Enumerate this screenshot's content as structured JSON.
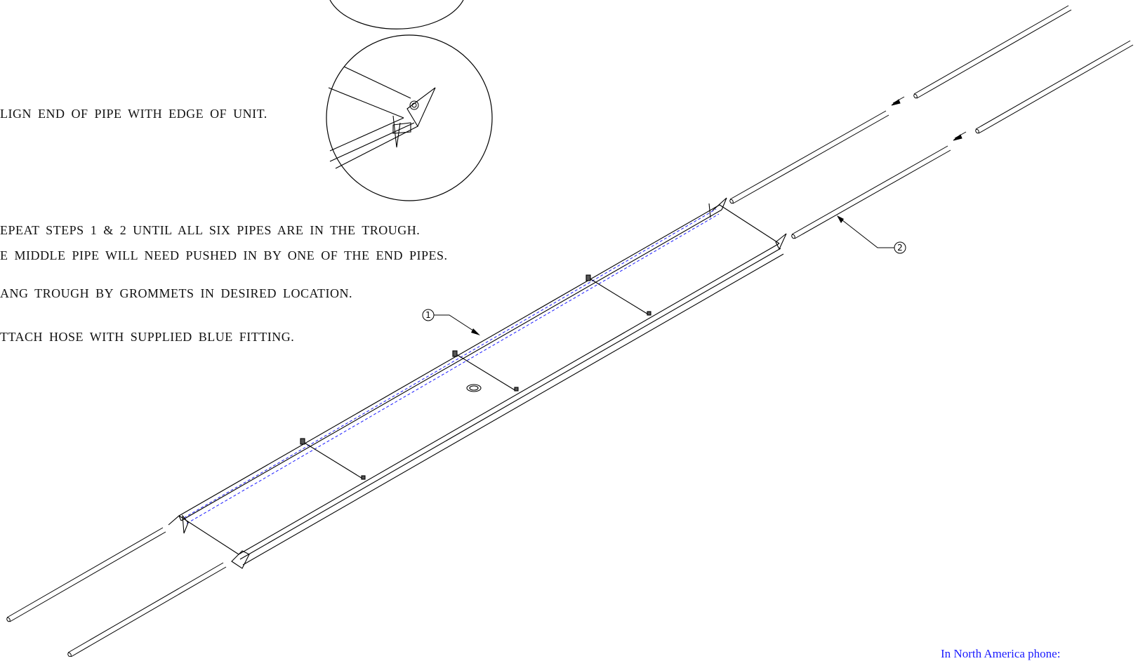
{
  "instructions": {
    "align": "LIGN END OF PIPE WITH EDGE OF UNIT.",
    "repeat": "EPEAT STEPS 1 & 2  UNTIL ALL SIX PIPES ARE IN THE TROUGH.",
    "middle": "E MIDDLE PIPE WILL NEED PUSHED IN BY ONE OF THE END PIPES.",
    "hang": "ANG TROUGH BY GROMMETS IN DESIRED LOCATION.",
    "hose": "TTACH HOSE WITH SUPPLIED BLUE FITTING."
  },
  "callouts": {
    "trough": "1",
    "pipe": "2"
  },
  "contact": {
    "north_america": "In North America phone:"
  },
  "colors": {
    "line": "#000000",
    "hidden_line": "#1a1aff",
    "contact_text": "#1a1aff"
  }
}
